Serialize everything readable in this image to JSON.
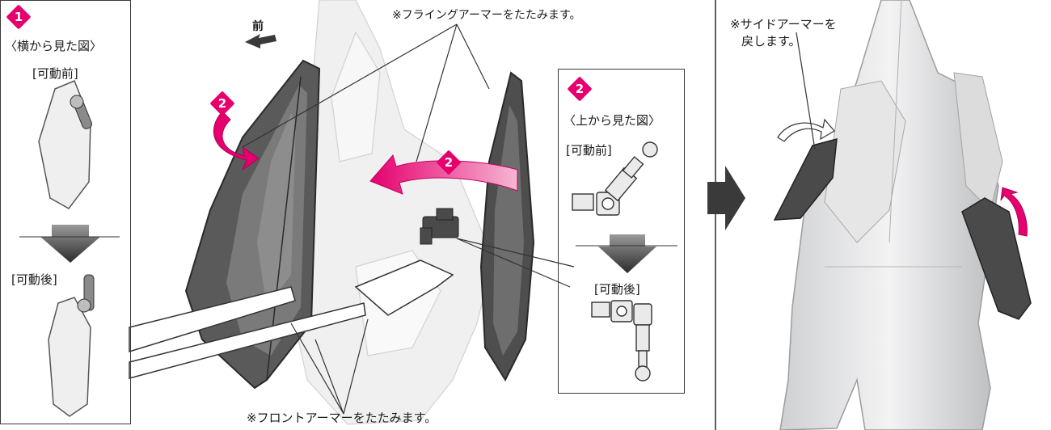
{
  "panel1": {
    "step": "1",
    "view": "〈横から見た図〉",
    "before": "[可動前]",
    "after": "[可動後]"
  },
  "main": {
    "front": "前",
    "step_badge": "2",
    "note_top": "※フライングアーマーをたたみます。",
    "note_bottom": "※フロントアーマーをたたみます。"
  },
  "panel2": {
    "step": "2",
    "view": "〈上から見た図〉",
    "before": "[可動前]",
    "after": "[可動後]"
  },
  "right": {
    "note_line1": "※サイドアーマーを",
    "note_line2": "戻します。"
  },
  "colors": {
    "accent": "#e5006e",
    "arrow_dark": "#3a3a3a",
    "part_dark": "#555555",
    "part_light": "#e9e9ea"
  }
}
